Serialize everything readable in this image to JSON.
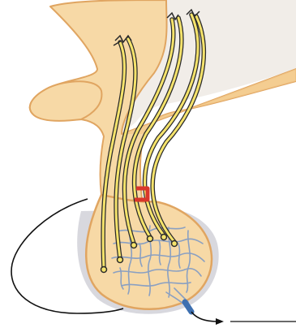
{
  "diagram": {
    "structures": [
      "brain-tissue",
      "hypothalamus",
      "optic-chiasm",
      "infundibulum-stalk",
      "posterior-pituitary",
      "capillary-network",
      "nerve-fiber-bundles",
      "artery-inflow",
      "vein-outflow",
      "outflow-arrow",
      "gland-boundary-line"
    ],
    "colors": {
      "tissue_fill": "#f7d9a6",
      "tissue_outline": "#e0a561",
      "brain_fill": "#f1ede8",
      "nerve_fill": "#f5e36b",
      "nerve_outline": "#2a2a2a",
      "capillary": "#8aa0c2",
      "artery": "#d9362b",
      "vein": "#3d6fb0",
      "shadow": "#d8d8de",
      "line": "#111111"
    }
  }
}
